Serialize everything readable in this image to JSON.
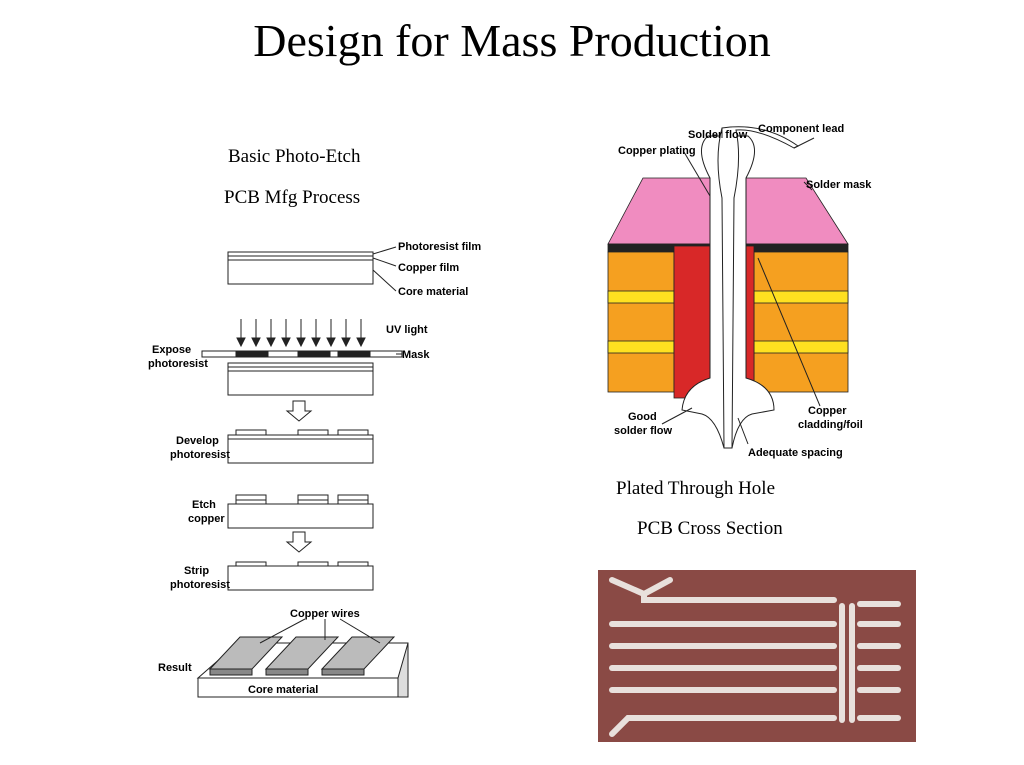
{
  "slide": {
    "title": "Design for Mass Production",
    "left_caption": [
      "Basic Photo-Etch",
      "PCB Mfg Process"
    ],
    "right_caption": [
      "Plated Through Hole",
      "PCB Cross Section"
    ]
  },
  "process_diagram": {
    "layer_labels": [
      "Photoresist film",
      "Copper film",
      "Core material"
    ],
    "uv_label": "UV light",
    "mask_label": "Mask",
    "steps": [
      {
        "line1": "Expose",
        "line2": "photoresist"
      },
      {
        "line1": "Develop",
        "line2": "photoresist"
      },
      {
        "line1": "Etch",
        "line2": "copper"
      },
      {
        "line1": "Strip",
        "line2": "photoresist"
      }
    ],
    "result_label": "Result",
    "copper_wires_label": "Copper wires",
    "core_material_label": "Core material"
  },
  "cross_section": {
    "labels": {
      "component_lead": "Component lead",
      "solder_flow": "Solder flow",
      "copper_plating": "Copper plating",
      "solder_mask": "Solder mask",
      "good_solder_flow_1": "Good",
      "good_solder_flow_2": "solder flow",
      "copper_cladding_1": "Copper",
      "copper_cladding_2": "cladding/foil",
      "adequate_spacing": "Adequate spacing"
    },
    "colors": {
      "mask": "#f08cc0",
      "laminate": "#f5a020",
      "foil": "#ffe020",
      "plating": "#d82828",
      "solder": "#ffffff"
    }
  },
  "photo": {
    "colors": {
      "board": "#8a4a45",
      "trace": "#e8e0dc"
    }
  }
}
